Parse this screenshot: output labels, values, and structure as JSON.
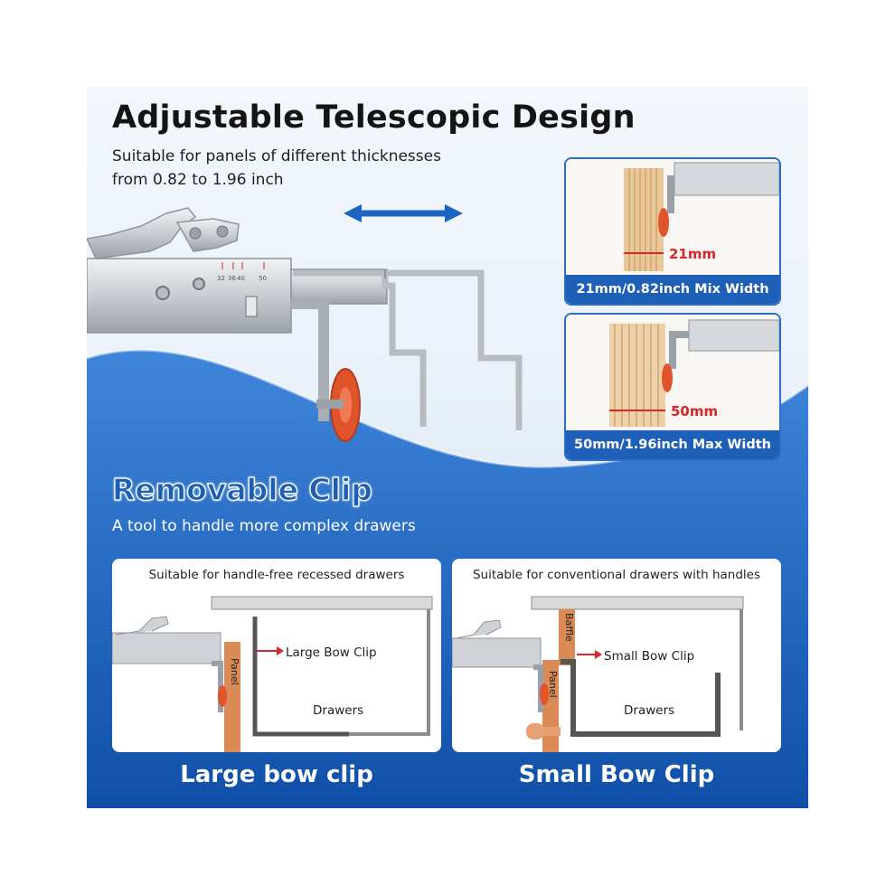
{
  "header": {
    "title": "Adjustable Telescopic Design",
    "subtitle_line1": "Suitable for panels of different thicknesses",
    "subtitle_line2": "from 0.82 to 1.96 inch"
  },
  "scale_marks": [
    "32",
    "36",
    "40",
    "50"
  ],
  "thumbs": [
    {
      "measure": "21mm",
      "caption": "21mm/0.82inch Mix Width"
    },
    {
      "measure": "50mm",
      "caption": "50mm/1.96inch Max Width"
    }
  ],
  "clip_section": {
    "title": "Removable Clip",
    "subtitle": "A tool to handle more complex drawers"
  },
  "panels": [
    {
      "desc": "Suitable for handle-free recessed drawers",
      "clip_label": "Large Bow Clip",
      "panel_label": "Panel",
      "drawers_label": "Drawers",
      "bottom_label": "Large bow clip"
    },
    {
      "desc": "Suitable for conventional drawers with handles",
      "clip_label": "Small Bow Clip",
      "panel_label": "Panel",
      "baffle_label": "Baffle",
      "drawers_label": "Drawers",
      "bottom_label": "Small Bow Clip"
    }
  ],
  "colors": {
    "brand_blue": "#1e5fb8",
    "measure_red": "#d8262a",
    "panel_orange": "#d98a55",
    "wheel_orange": "#e0542c"
  }
}
